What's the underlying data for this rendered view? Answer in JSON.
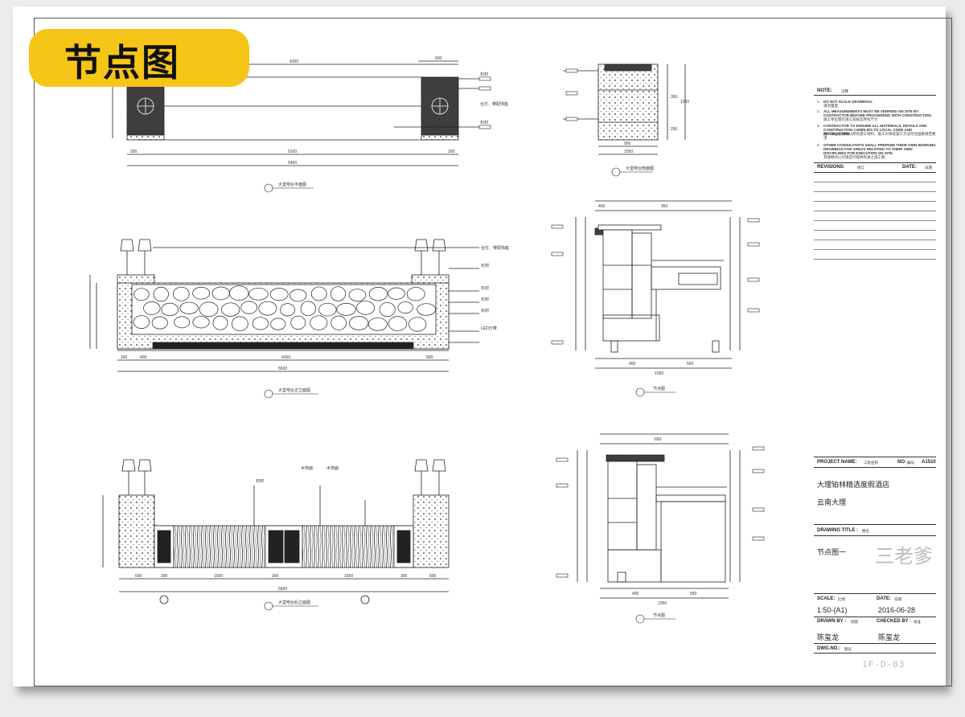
{
  "badge": {
    "text": "节点图"
  },
  "notes": {
    "title": "NOTE:",
    "title_cn": "注释",
    "items": [
      {
        "num": "1.",
        "en": "DO NOT SCALE DRAWINGS.",
        "cn": "请勿量度"
      },
      {
        "num": "2.",
        "en": "ALL MEASUREMENTS MUST BE VERIFIED ON SITE BY CONTRACTOR BEFORE PROCEEDING WITH CONSTRUCTION.",
        "cn": "施工单位需在施工前核实所有尺寸"
      },
      {
        "num": "3.",
        "en": "CONTRACTOR TO ENSURE ALL MATERIALS, DETAILS AND CONSTRUCTION COMPLIES TO LOCAL CODE AND REGULATIONS",
        "cn": "施工单位必须确认所有施工材料、施工大样及施工方法符合国家规范要求"
      },
      {
        "num": "4.",
        "en": "OTHER CONSULTANTS SHALL PREPARE THEIR OWN WORKING DRAWINGS FOR AREAS RELATING TO THEIR OWN DISCIPLINES FOR EXECUTION ON SITE.",
        "cn": "其他顾问公司须自行提供有关之施工图"
      }
    ]
  },
  "revisions": {
    "label": "REVISIONS:",
    "label_cn": "修订",
    "date": "DATE:",
    "date_cn": "日期"
  },
  "project": {
    "label": "PROJECT NAME:",
    "label_cn": "工程名称",
    "no_label": "NO:",
    "no_cn": "编号",
    "no_value": "A1510",
    "name": "大理铂林精选度假酒店",
    "location": "云南大理"
  },
  "drawing": {
    "label": "DRAWING TITLE :",
    "label_cn": "图名",
    "value": "节点图一"
  },
  "scale": {
    "label": "SCALE:",
    "label_cn": "比例",
    "value": "1:50-(A1)"
  },
  "date": {
    "label": "DATE:",
    "label_cn": "日期",
    "value": "2016-06-28"
  },
  "drawn": {
    "label": "DRAWN BY :",
    "label_cn": "绘图",
    "value": "陈玺龙"
  },
  "checked": {
    "label": "CHECKED BY :",
    "label_cn": "核准",
    "value": "陈玺龙"
  },
  "dwg": {
    "label": "DWG.NO.:",
    "label_cn": "图号"
  },
  "watermark": "三老爹",
  "sheet_code": "1F-D-03",
  "plan": {
    "dims_top": [
      "4300",
      "600"
    ],
    "dims_bottom": [
      "200",
      "5100",
      "200"
    ],
    "dim_total": "5400",
    "title": "大堂吧台平面图",
    "labels": [
      "石材",
      "台灯、带配饰座",
      "石材"
    ]
  },
  "section_small": {
    "title": "大堂吧台剖面图",
    "dims": [
      "950",
      "1050"
    ],
    "side": [
      "350",
      "250",
      "1050"
    ]
  },
  "front": {
    "dims_bottom": [
      "300",
      "400",
      "4300",
      "800"
    ],
    "dim_total": "5500",
    "title": "大堂吧台正立面图",
    "labels": [
      "台灯、带配饰座",
      "石材",
      "石材",
      "石材",
      "石材",
      "LED灯带"
    ]
  },
  "back": {
    "dims_bottom": [
      "600",
      "300",
      "1500",
      "300",
      "1550",
      "300",
      "600"
    ],
    "dim_total": "5500",
    "title": "大堂吧台后立面图",
    "labels": [
      "石材",
      "木饰面",
      "木饰面"
    ]
  },
  "node_a": {
    "title": "节点图",
    "dims_top": [
      "400",
      "950"
    ],
    "dims_bottom": [
      "400",
      "550"
    ],
    "dim_total": "1050"
  },
  "node_b": {
    "title": "节点图",
    "dims_top": [
      "650"
    ],
    "dims_bottom": [
      "400",
      "550"
    ],
    "dim_total": "1050"
  }
}
